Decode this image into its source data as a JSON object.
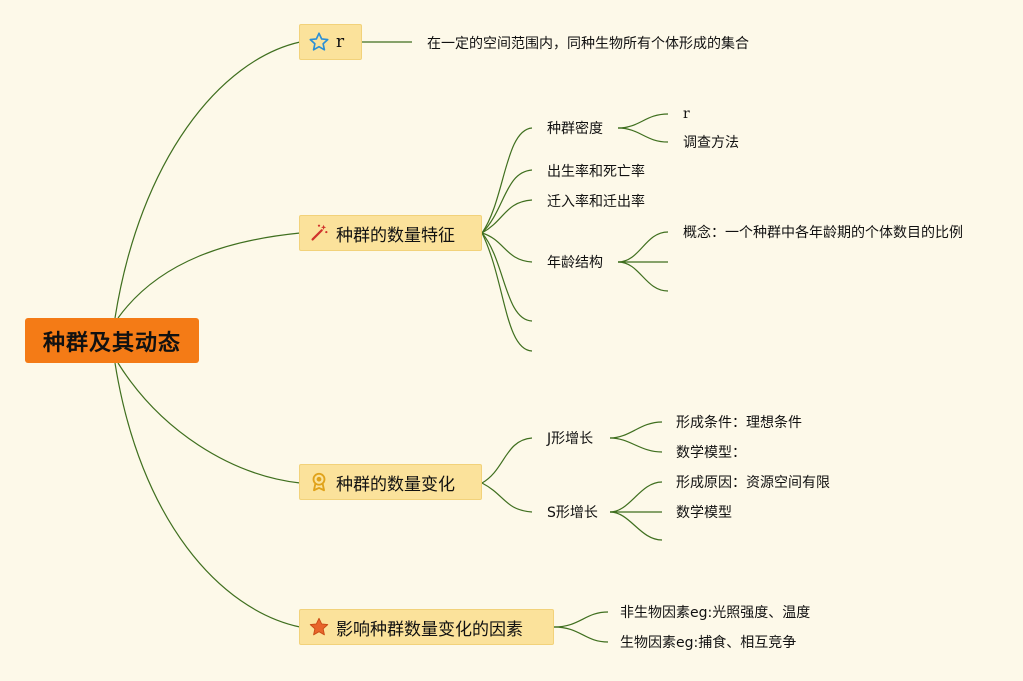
{
  "root": {
    "label": "种群及其动态"
  },
  "branches": {
    "b1": {
      "label": "r",
      "icon": "star-outline-icon",
      "desc": "在一定的空间范围内，同种生物所有个体形成的集合"
    },
    "b2": {
      "label": "种群的数量特征",
      "icon": "magic-wand-icon",
      "density": {
        "label": "种群密度",
        "children": [
          "r",
          "调查方法"
        ]
      },
      "birth_death": "出生率和死亡率",
      "migration": "迁入率和迁出率",
      "age": {
        "label": "年龄结构",
        "concept": "概念：一个种群中各年龄期的个体数目的比例"
      }
    },
    "b3": {
      "label": "种群的数量变化",
      "icon": "award-medal-icon",
      "j": {
        "label": "J形增长",
        "condition": "形成条件：理想条件",
        "model": "数学模型："
      },
      "s": {
        "label": "S形增长",
        "cause": "形成原因：资源空间有限",
        "model": "数学模型"
      }
    },
    "b4": {
      "label": "影响种群数量变化的因素",
      "icon": "star-filled-icon",
      "abiotic": "非生物因素eg:光照强度、温度",
      "biotic": "生物因素eg:捕食、相互竞争"
    }
  },
  "colors": {
    "root": "#f47b16",
    "branch": "#fbe29b",
    "line": "#3f6f1f",
    "background": "#fdf9e9"
  }
}
